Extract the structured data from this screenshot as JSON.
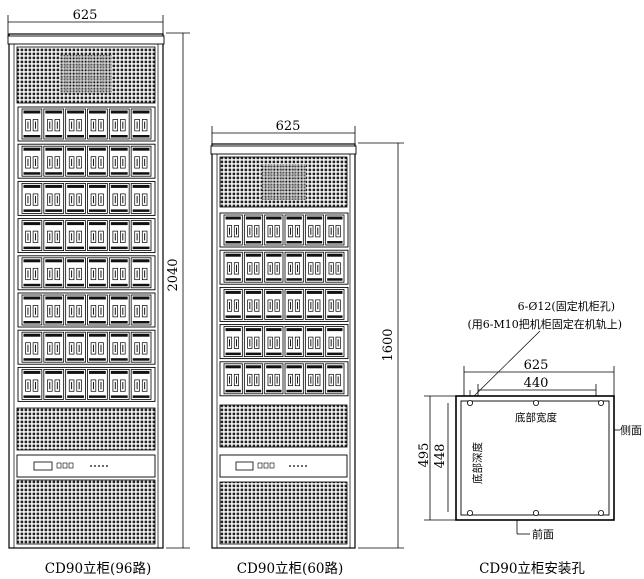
{
  "left_cabinet": {
    "width_dim": "625",
    "height_dim": "2040",
    "caption": "CD90立柜(96路)",
    "module_rows": 8,
    "modules_per_row": 6
  },
  "mid_cabinet": {
    "width_dim": "625",
    "height_dim": "1600",
    "caption": "CD90立柜(60路)",
    "module_rows": 5,
    "modules_per_row": 6
  },
  "base_plan": {
    "hole_spec": "6-Ø12(固定机柜孔)",
    "hole_note": "(用6-M10把机柜固定在机轨上)",
    "outer_width_dim": "625",
    "inner_width_dim": "440",
    "outer_depth_dim": "495",
    "inner_depth_dim": "448",
    "bottom_width_label": "底部宽度",
    "bottom_depth_label": "底部深度",
    "side_label": "侧面",
    "front_label": "前面",
    "caption": "CD90立柜安装孔"
  }
}
